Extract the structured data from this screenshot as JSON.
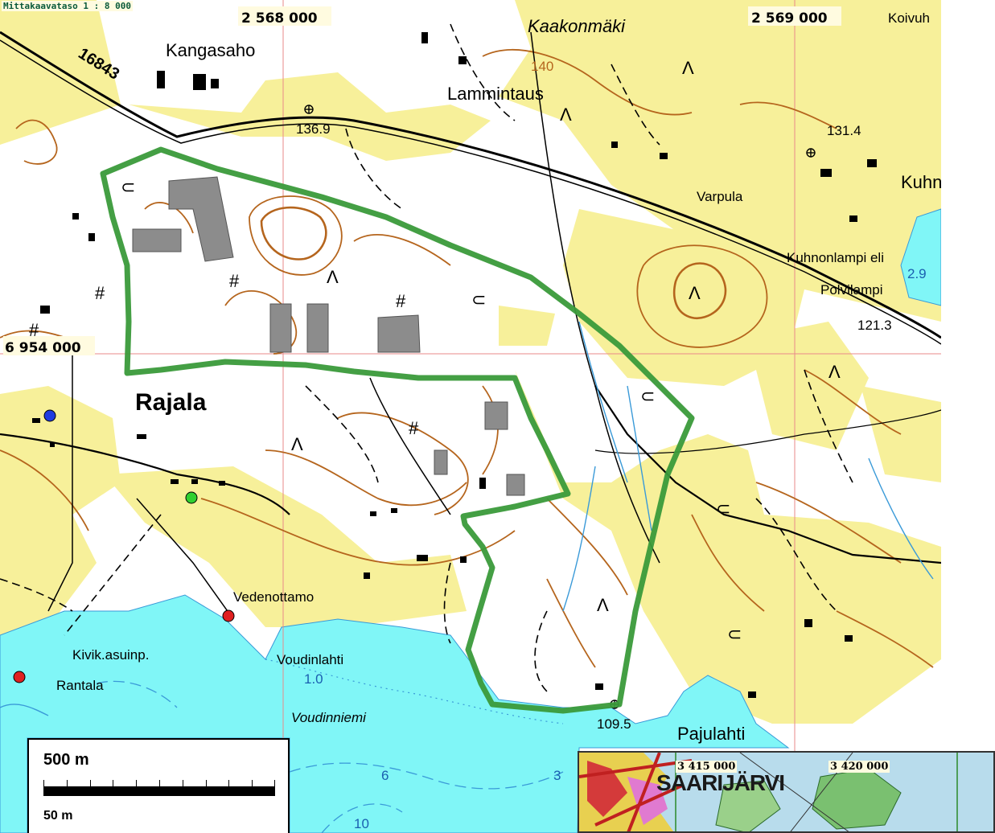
{
  "map": {
    "scale_title": "Mittakaavataso 1 : 8 000",
    "grid_labels": {
      "x1": "2 568 000",
      "x2": "2 569 000",
      "y1": "6 954 000"
    },
    "places": {
      "kangasaho": "Kangasaho",
      "road": "16843",
      "kaakonmaki": "Kaakonmäki",
      "koivu": "Koivuh",
      "lammintaus": "Lammintaus",
      "kuhn": "Kuhn",
      "varpula": "Varpula",
      "kuhnonlampi": "Kuhnonlampi eli",
      "polvilampi": "Polvilampi",
      "rajala": "Rajala",
      "vedenottamo": "Vedenottamo",
      "kivik": "Kivik.asuinp.",
      "rantala": "Rantala",
      "voudinlahti": "Voudinlahti",
      "voudinniemi": "Voudinniemi",
      "pajulahti": "Pajulahti"
    },
    "elevations": {
      "e1": "136.9",
      "e2": "140",
      "e3": "131.4",
      "e4": "121.3",
      "e5": "109.5",
      "d1": "2.9",
      "d2": "1.0",
      "d3": "6",
      "d4": "10",
      "d5": "3"
    },
    "colors": {
      "field": "#f7f09a",
      "water": "#80f6f7",
      "boundary": "#3a9a3a",
      "contour": "#b5651d",
      "grid": "#e98a8a"
    }
  },
  "scale_bar": {
    "top_label": "500 m",
    "bottom_label": "50 m"
  },
  "inset": {
    "title": "SAARIJÄRVI",
    "coord1": "3 415 000",
    "coord2": "3 420 000"
  }
}
